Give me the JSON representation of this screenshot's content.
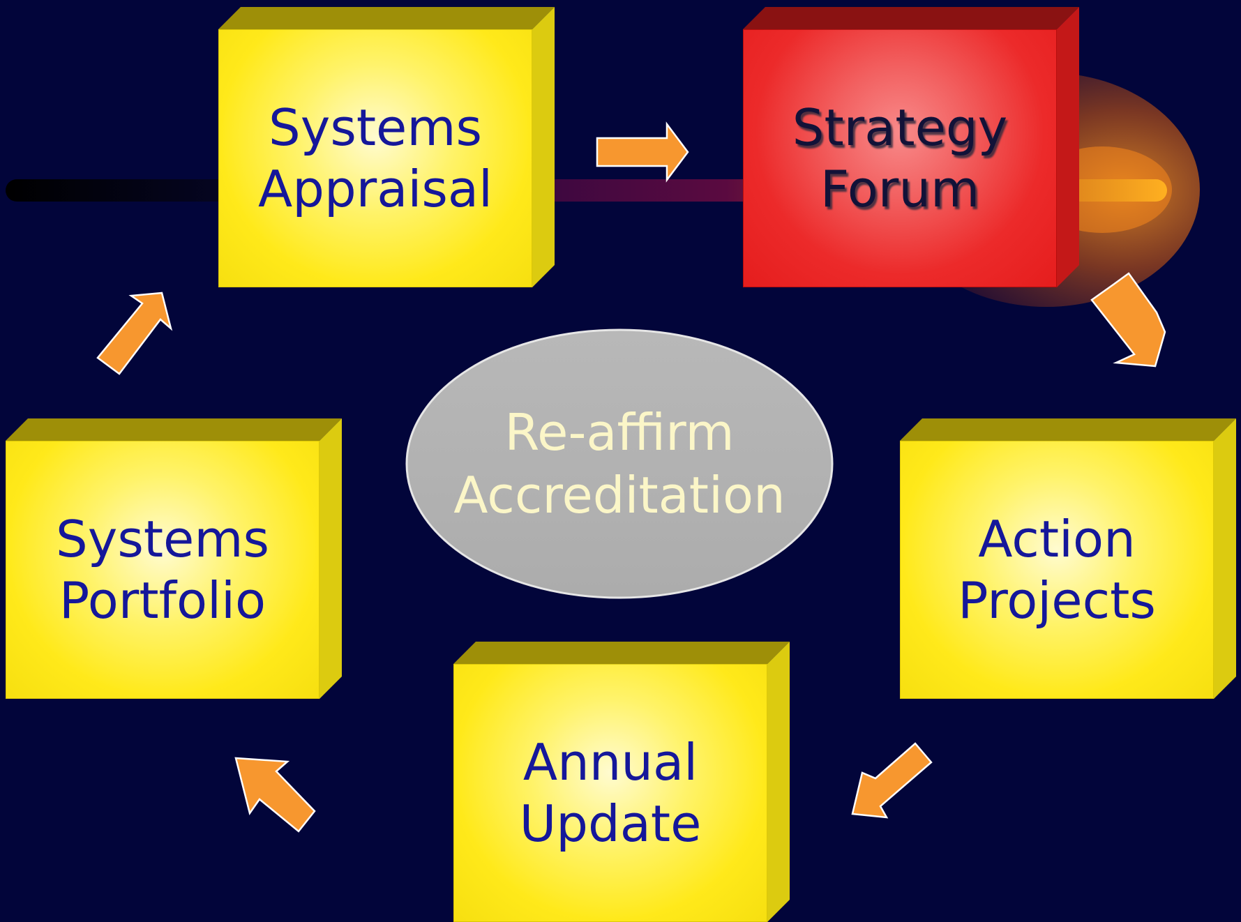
{
  "nodes": {
    "systems_appraisal": {
      "line1": "Systems",
      "line2": "Appraisal"
    },
    "strategy_forum": {
      "line1": "Strategy",
      "line2": "Forum"
    },
    "action_projects": {
      "line1": "Action",
      "line2": "Projects"
    },
    "annual_update": {
      "line1": "Annual",
      "line2": "Update"
    },
    "systems_portfolio": {
      "line1": "Systems",
      "line2": "Portfolio"
    }
  },
  "center": {
    "line1": "Re-affirm",
    "line2": "Accreditation"
  },
  "colors": {
    "background": "#02053a",
    "box_yellow": "#ffe91a",
    "box_red": "#ec2a2a",
    "box_text": "#15179a",
    "ellipse_fill": "#b3b3b3",
    "ellipse_text": "#fbf6c8",
    "arrow": "#f7972f"
  }
}
